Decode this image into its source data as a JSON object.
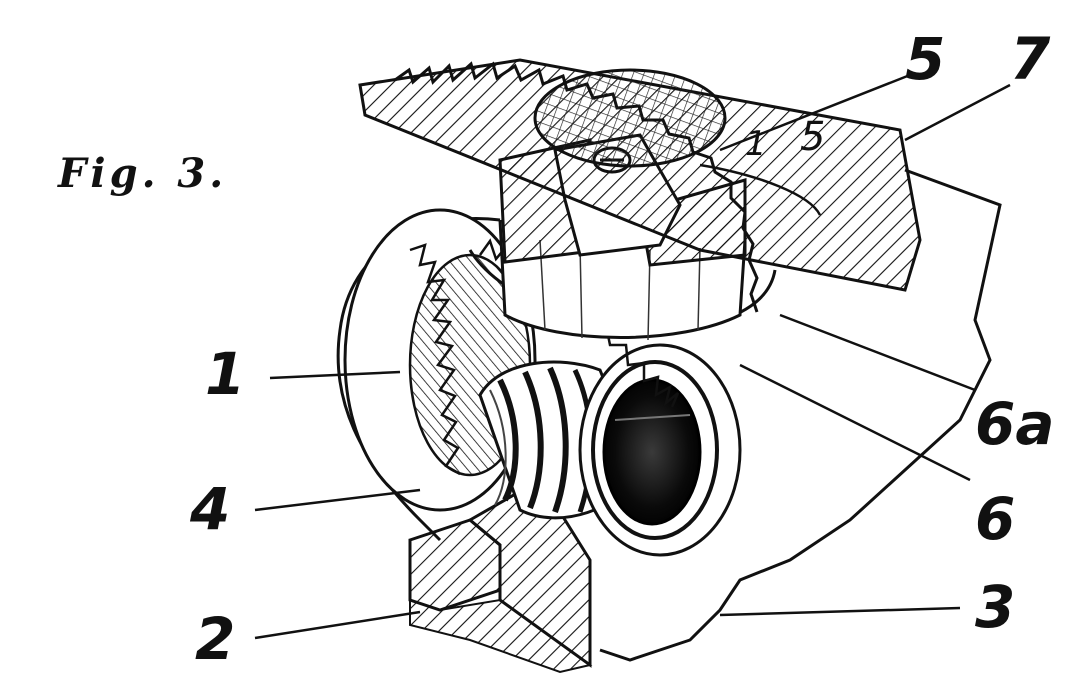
{
  "figure_title": "Fig. 3.",
  "labels": {
    "l1": "1",
    "l2": "2",
    "l3": "3",
    "l4": "4",
    "l5": "5",
    "l6": "6",
    "l6a": "6a",
    "l7": "7"
  },
  "dial_marks": {
    "m5": "5",
    "m1": "1"
  }
}
